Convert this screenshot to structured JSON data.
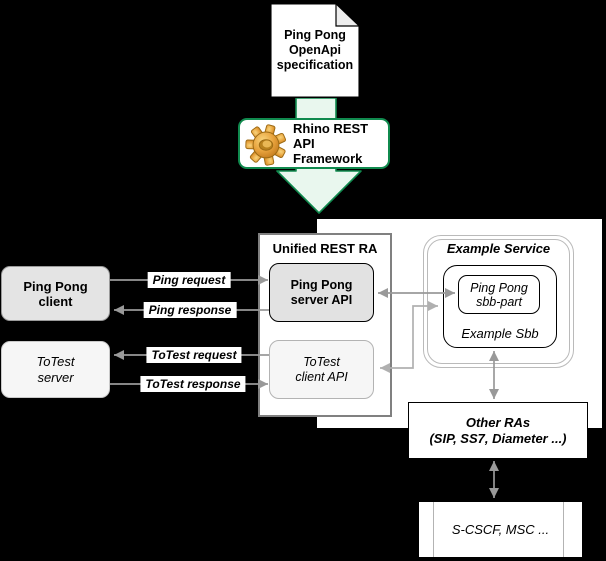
{
  "colors": {
    "canvas_bg": "#000000",
    "panel_white": "#ffffff",
    "accent_green_border": "#108a4e",
    "pale_green_arrow": "#e9f7ee",
    "gear_gold": "#e8a33d",
    "arrow_gray": "#999999",
    "arrow_light_gray": "#b0b0b0",
    "unified_border_gray": "#808080",
    "service_border_gray": "#bababa",
    "server_api_fill": "#e2e2e2",
    "light_box_fill": "#f6f6f6"
  },
  "spec_doc": {
    "lines": [
      "Ping Pong",
      "OpenApi",
      "specification"
    ]
  },
  "rhino": {
    "lines": [
      "Rhino REST API",
      "Framework"
    ]
  },
  "unified": {
    "title": "Unified REST RA",
    "server_api": {
      "lines": [
        "Ping Pong",
        "server API"
      ]
    },
    "client_api": {
      "lines": [
        "ToTest",
        "client API"
      ]
    }
  },
  "example_service": {
    "title": "Example Service",
    "sbb_label": "Example Sbb",
    "sbb_part": {
      "lines": [
        "Ping Pong",
        "sbb-part"
      ]
    }
  },
  "clients": {
    "ping_pong_client": {
      "lines": [
        "Ping Pong",
        "client"
      ]
    },
    "totest_server": {
      "lines": [
        "ToTest",
        "server"
      ]
    }
  },
  "other_ras": {
    "lines": [
      "Other RAs",
      "(SIP, SS7, Diameter ...)"
    ]
  },
  "network_elements": {
    "label": "S-CSCF, MSC ..."
  },
  "arrow_labels": {
    "ping_request": "Ping request",
    "ping_response": "Ping response",
    "totest_request": "ToTest request",
    "totest_response": "ToTest response"
  }
}
